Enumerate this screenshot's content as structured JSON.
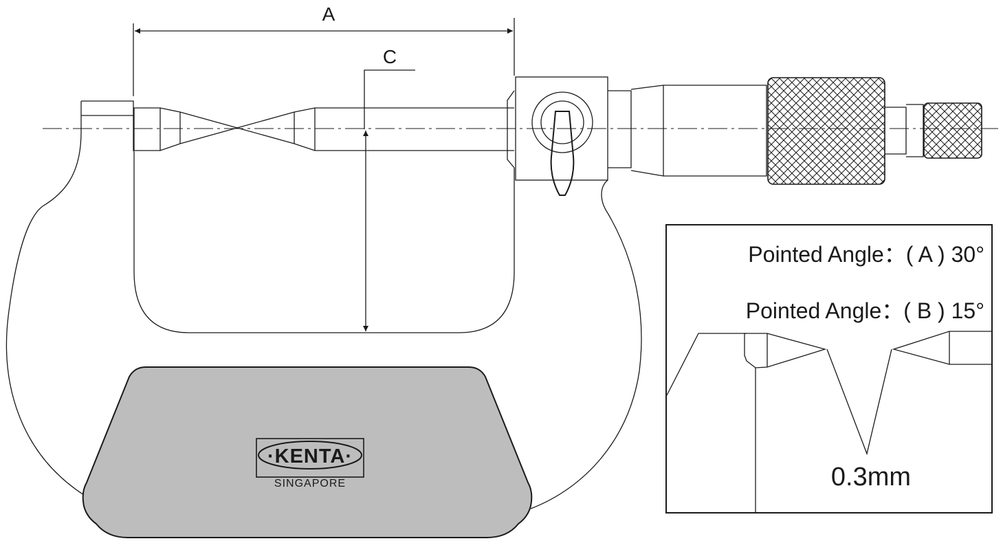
{
  "dimensions": {
    "a_label": "A",
    "c_label": "C"
  },
  "brand": {
    "logo_text": "·KENTA·",
    "location": "SINGAPORE",
    "plate_color": "#bdbdbd"
  },
  "detail": {
    "angle_a_text": "Pointed Angle：( A ) 30°",
    "angle_b_text": "Pointed Angle：( B ) 15°",
    "tip_text": "0.3mm"
  },
  "colors": {
    "line": "#1a1a1a",
    "background": "#ffffff"
  }
}
